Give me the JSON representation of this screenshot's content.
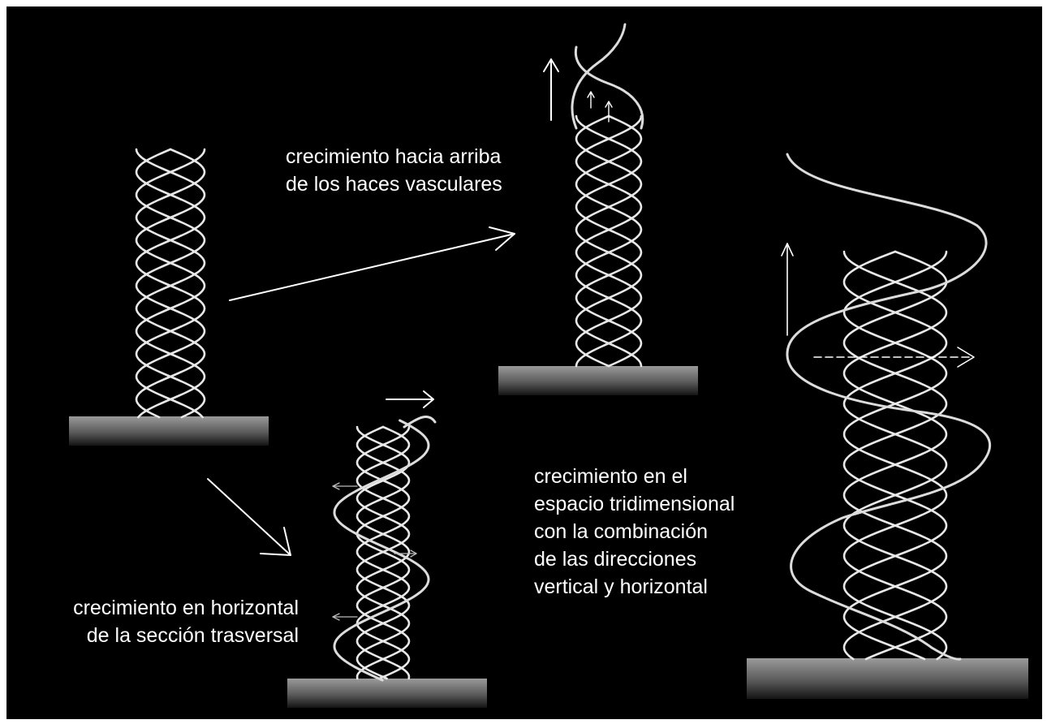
{
  "labels": {
    "vertical_growth": [
      "crecimiento hacia arriba",
      "de los haces vasculares"
    ],
    "horizontal_growth": [
      "crecimiento en horizontal",
      "de la sección trasversal"
    ],
    "three_d_growth": [
      "crecimiento en el",
      "espacio tridimensional",
      "con la combinación",
      "de las direcciones",
      "vertical y horizontal"
    ]
  },
  "colors": {
    "background": "#000000",
    "strand": "#e8e8e8",
    "arrow": "#ffffff",
    "base_top": "#9a9a9a",
    "base_bottom": "#141414"
  },
  "icons": [
    "right-arrow-icon",
    "up-arrow-icon",
    "diagonal-arrow-icon",
    "dashed-right-arrow-icon"
  ]
}
